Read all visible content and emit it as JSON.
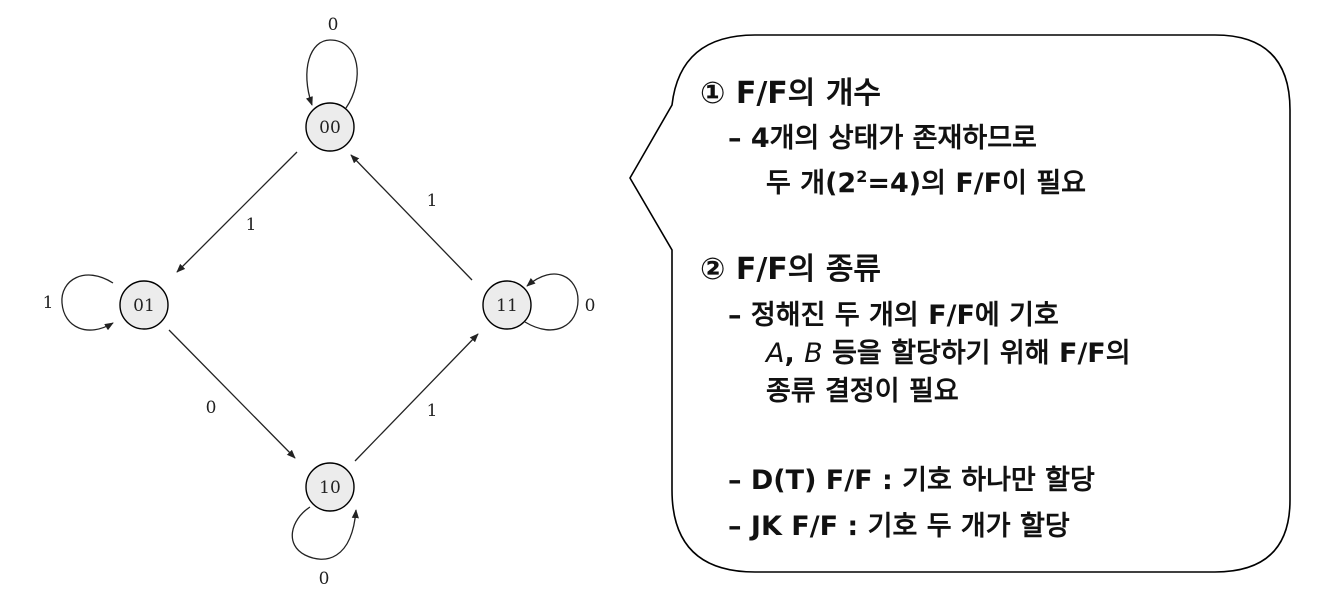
{
  "diagram": {
    "states": [
      {
        "id": "s00",
        "label": "00"
      },
      {
        "id": "s01",
        "label": "01"
      },
      {
        "id": "s10",
        "label": "10"
      },
      {
        "id": "s11",
        "label": "11"
      }
    ],
    "transitions": [
      {
        "from": "00",
        "to": "00",
        "label": "0"
      },
      {
        "from": "00",
        "to": "01",
        "label": "1"
      },
      {
        "from": "01",
        "to": "01",
        "label": "1"
      },
      {
        "from": "01",
        "to": "10",
        "label": "0"
      },
      {
        "from": "10",
        "to": "10",
        "label": "0"
      },
      {
        "from": "10",
        "to": "11",
        "label": "1"
      },
      {
        "from": "11",
        "to": "11",
        "label": "0"
      },
      {
        "from": "11",
        "to": "00",
        "label": "1"
      }
    ]
  },
  "callout": {
    "section1": {
      "title": "① F/F의 개수",
      "b1_line1": "– 4개의 상태가 존재하므로",
      "b1_line2a": "두 개(2",
      "b1_sup": "2",
      "b1_line2b": "=4)의 F/F이 필요"
    },
    "section2": {
      "title": "② F/F의 종류",
      "b1_line1": "– 정해진 두 개의 F/F에 기호",
      "b1_var_a": "A",
      "b1_comma": ", ",
      "b1_var_b": "B",
      "b1_line2_rest": " 등을 할당하기 위해 F/F의",
      "b1_line3": "종류 결정이 필요",
      "b2": "– D(T) F/F : 기호 하나만 할당",
      "b3": "– JK F/F : 기호 두 개가 할당"
    }
  }
}
